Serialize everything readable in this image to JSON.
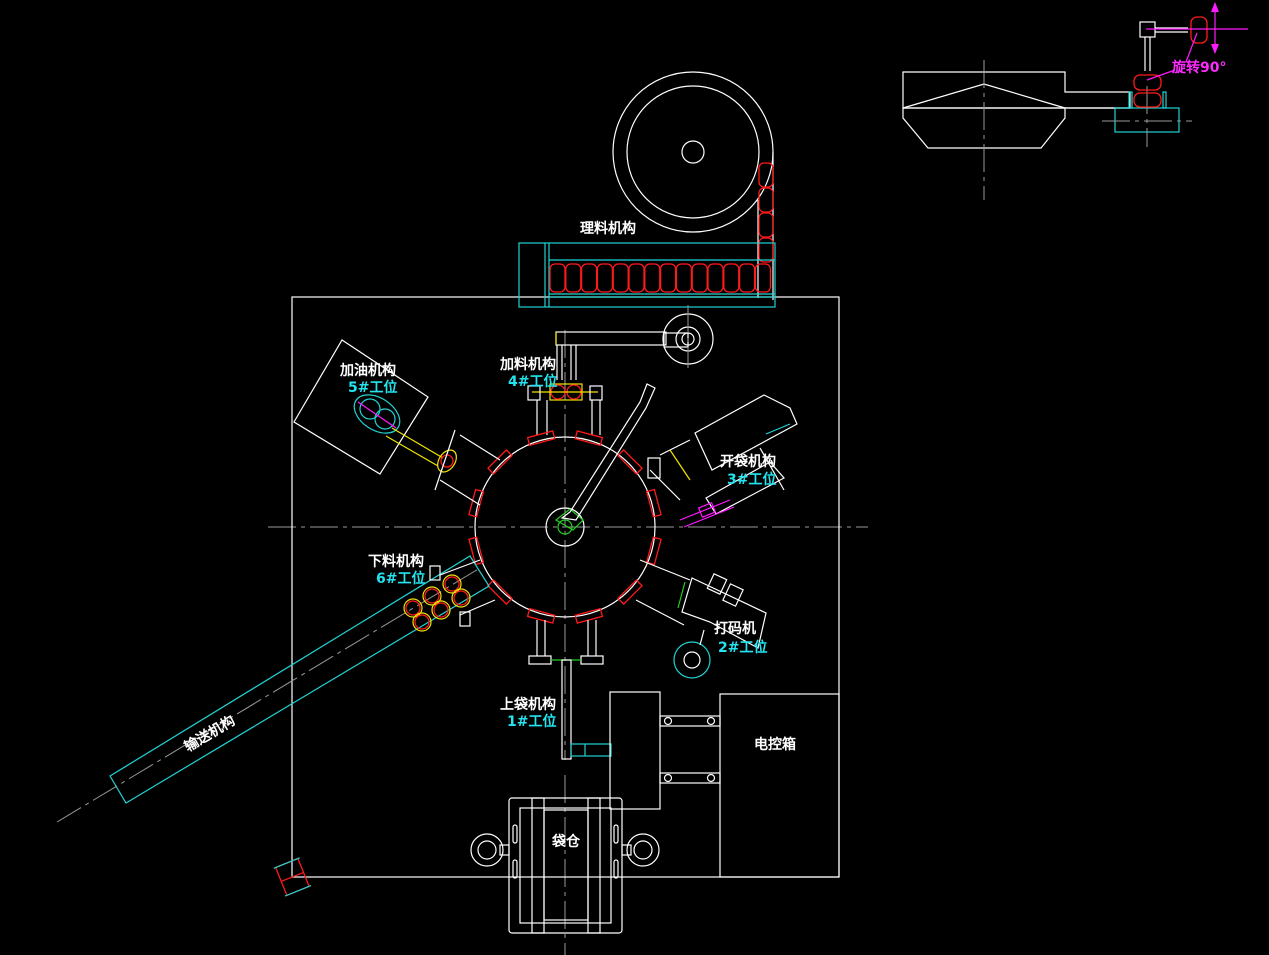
{
  "drawing": {
    "title": "Rotary bag packaging machine layout",
    "colors": {
      "background": "#000000",
      "outline": "#ffffff",
      "station_label": "#22e5f0",
      "product": "#ff1a1a",
      "frame": "#22d3d3",
      "annotation": "#ff1aff",
      "linkage": "#f2e600",
      "pivot": "#20d020"
    }
  },
  "labels": {
    "sorting": "理料机构",
    "oiling": {
      "name": "加油机构",
      "station": "5#工位"
    },
    "feeding": {
      "name": "加料机构",
      "station": "4#工位"
    },
    "bag_opening": {
      "name": "开袋机构",
      "station": "3#工位"
    },
    "coding": {
      "name": "打码机",
      "station": "2#工位"
    },
    "bag_loading": {
      "name": "上袋机构",
      "station": "1#工位"
    },
    "unloading": {
      "name": "下料机构",
      "station": "6#工位"
    },
    "conveyor": "输送机构",
    "bag_bin": "袋仓",
    "control_box": "电控箱",
    "rotate_note": "旋转90°"
  },
  "stations": [
    {
      "number": 1,
      "name": "上袋机构",
      "icon": "bag-loader"
    },
    {
      "number": 2,
      "name": "打码机",
      "icon": "coder"
    },
    {
      "number": 3,
      "name": "开袋机构",
      "icon": "bag-opener"
    },
    {
      "number": 4,
      "name": "加料机构",
      "icon": "feeder"
    },
    {
      "number": 5,
      "name": "加油机构",
      "icon": "oiler"
    },
    {
      "number": 6,
      "name": "下料机构",
      "icon": "unloader"
    }
  ]
}
